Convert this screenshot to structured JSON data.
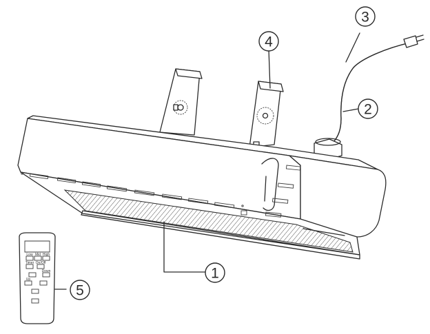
{
  "callouts": [
    {
      "number": "1",
      "name": "heating-grille"
    },
    {
      "number": "2",
      "name": "cable-gland"
    },
    {
      "number": "3",
      "name": "power-cord-plug"
    },
    {
      "number": "4",
      "name": "mounting-bracket"
    },
    {
      "number": "5",
      "name": "remote-control"
    }
  ],
  "remote": {
    "keys": [
      "Low",
      "Mid",
      "High",
      "Timer",
      "On/Off",
      "",
      "Down",
      "Up",
      "",
      "",
      ""
    ]
  },
  "colors": {
    "line": "#2a2a2a",
    "background": "#ffffff"
  }
}
